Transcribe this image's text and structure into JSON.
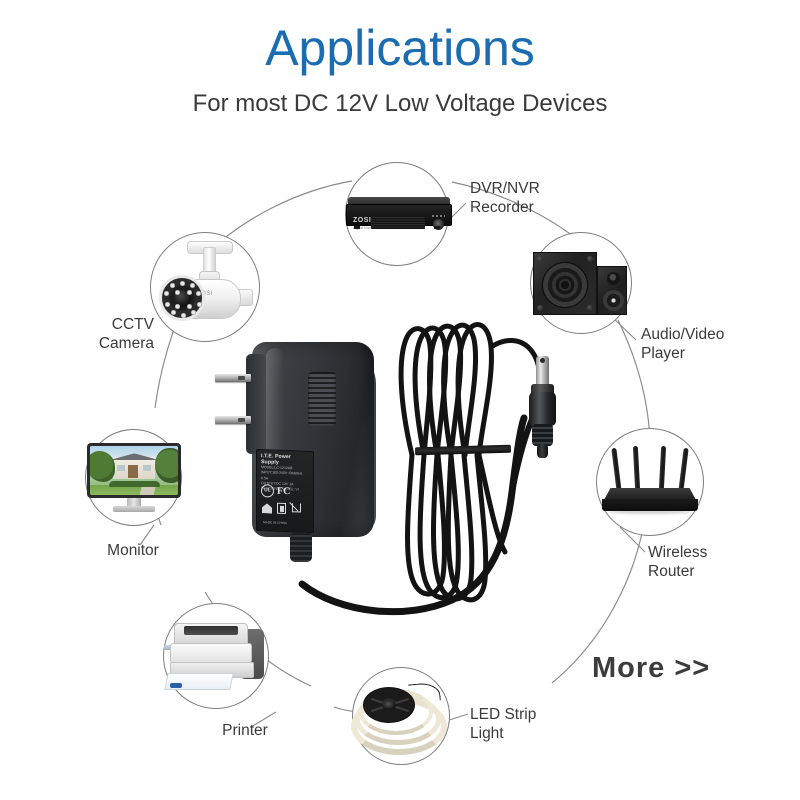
{
  "header": {
    "title": "Applications",
    "subtitle": "For most DC 12V Low Voltage Devices",
    "title_color": "#1b6cb0",
    "subtitle_color": "#3a3a3a"
  },
  "more": {
    "label": "More >>"
  },
  "callouts": [
    {
      "id": "dvr",
      "label": "DVR/NVR\nRecorder",
      "icon": "dvr-recorder-icon"
    },
    {
      "id": "audio",
      "label": "Audio/Video\nPlayer",
      "icon": "speaker-icon"
    },
    {
      "id": "router",
      "label": "Wireless\nRouter",
      "icon": "wireless-router-icon"
    },
    {
      "id": "led",
      "label": "LED Strip\nLight",
      "icon": "led-strip-icon"
    },
    {
      "id": "printer",
      "label": "Printer",
      "icon": "printer-icon"
    },
    {
      "id": "monitor",
      "label": "Monitor",
      "icon": "monitor-icon"
    },
    {
      "id": "cctv",
      "label": "CCTV\nCamera",
      "icon": "cctv-camera-icon"
    }
  ],
  "product": {
    "name": "dc-power-adapter",
    "label_lines": {
      "title": "I.T.E. Power Supply",
      "model": "MODEL:LC-1212AB",
      "input": "INPUT:100-240V~50/60Hz 0.5A",
      "output": "OUTPUT:DC 12V 1A",
      "efficiency": "EFFICIENCY LEVEL:   VI",
      "made": "MADE IN CHINA"
    },
    "cert_marks": [
      "UL",
      "FC",
      "house-mark",
      "class2-mark",
      "weee-bin-mark"
    ],
    "brand_on_camera": "ZOSI",
    "brand_on_dvr": "ZOSI",
    "dvr_sub": "Digital Video Recorder"
  },
  "colors": {
    "circle_stroke": "#7d7d7d",
    "connector_stroke": "#8a8a8a",
    "text": "#3a3a3a",
    "accent_blue": "#1b6cb0",
    "background": "#ffffff"
  }
}
